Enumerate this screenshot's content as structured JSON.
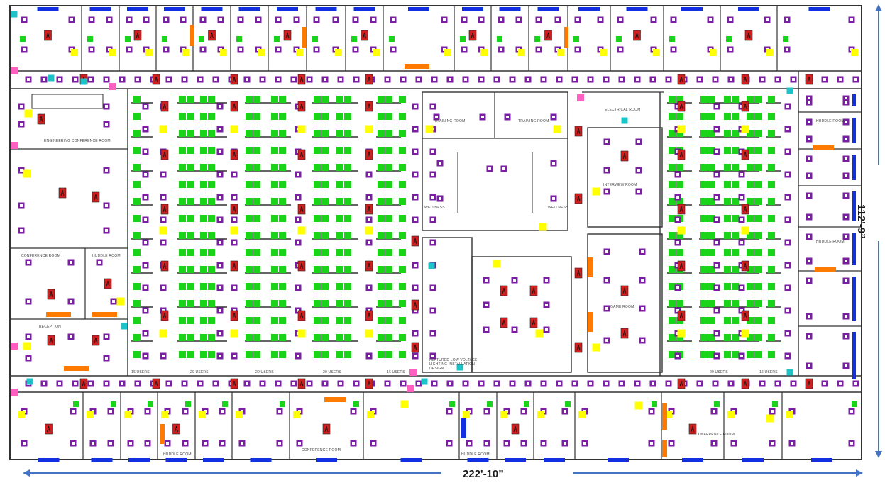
{
  "dimensions": {
    "width": "222'-10”",
    "height": "112'-9”"
  },
  "room_labels": {
    "engineering_conference": "ENGINEERING CONFERENCE ROOM",
    "conference_left": "CONFERENCE ROOM",
    "huddle_left": "HUDDLE ROOM",
    "reception": "RECEPTION",
    "training_left": "TRAINING ROOM",
    "training_right": "TRAINING ROOM",
    "wellness_left": "WELLNESS",
    "wellness_right": "WELLNESS",
    "electrical": "ELECTRICAL ROOM",
    "interview": "INTERVIEW ROOM",
    "huddle_r1": "HUDDLE ROOM",
    "huddle_r2": "HUDDLE ROOM",
    "game_room": "GAME ROOM",
    "featured_lighting": "FEATURED LOW VOLTAGE LIGHTING INSTALLATION DESIGN",
    "conference_bottom_mid": "CONFERENCE ROOM",
    "huddle_bottom": "HUDDLE ROOM",
    "huddle_bottom2": "HUDDLE ROOM",
    "conference_bottom_right": "CONFERENCE ROOM",
    "users_a": "16 USERS",
    "users_b": "20 USERS",
    "users_c": "20 USERS",
    "users_d": "20 USERS",
    "users_e": "16 USERS",
    "users_f": "20 USERS",
    "users_g": "16 USERS"
  },
  "legend_colors": {
    "purple_device": "#7a1fa2",
    "red_device": "#d11f1f",
    "green_desk": "#19d419",
    "yellow_marker": "#ffff00",
    "blue_bar": "#1230e0",
    "orange_bar": "#ff7a00",
    "cyan_marker": "#1ec3c8",
    "pink_marker": "#ff5fc0",
    "dimension_arrow": "#4472c4",
    "wall": "#333333"
  }
}
